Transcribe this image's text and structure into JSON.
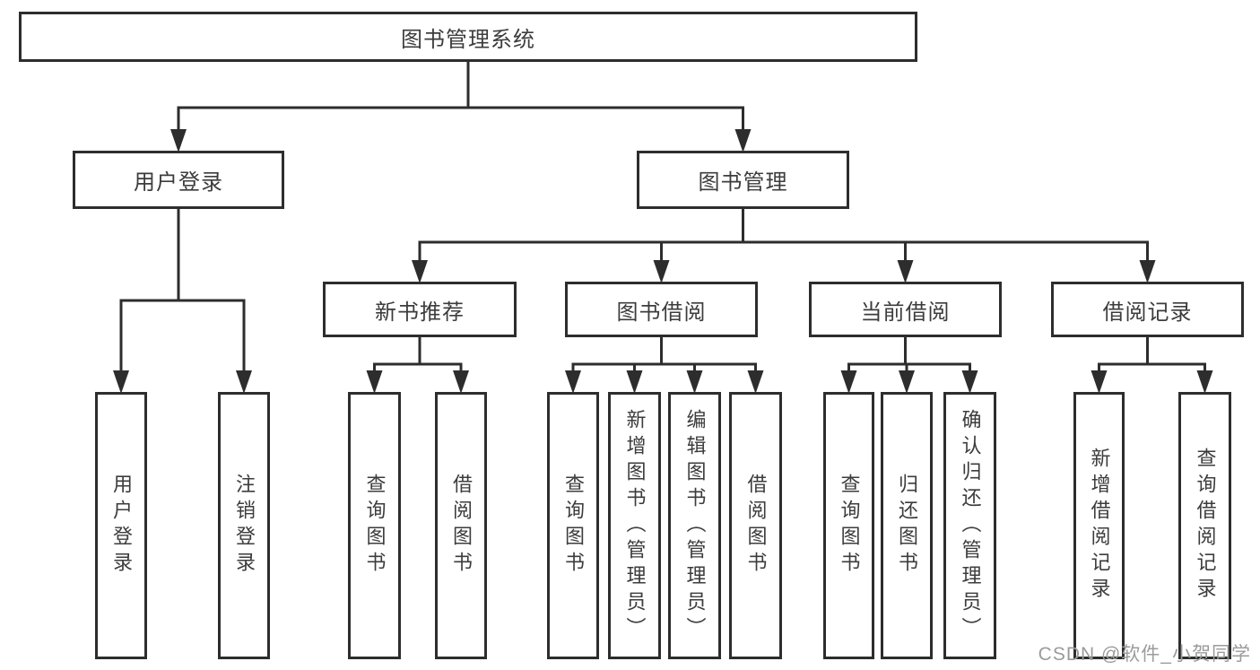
{
  "diagram": {
    "title": "图书管理系统",
    "watermark": "CSDN @软件_小贺同学",
    "colors": {
      "line": "#2d2d2d",
      "border": "#2d2d2d",
      "text": "#3c3c3c",
      "box_background": "#ffffff",
      "page_background": "#ffffff",
      "watermark": "#9b9b9b"
    },
    "nodes": [
      {
        "id": "root",
        "label": "图书管理系统"
      },
      {
        "id": "user-login",
        "label": "用户登录"
      },
      {
        "id": "book-mgmt",
        "label": "图书管理"
      },
      {
        "id": "login",
        "label": "用户登录"
      },
      {
        "id": "logout",
        "label": "注销登录"
      },
      {
        "id": "new-book-rec",
        "label": "新书推荐"
      },
      {
        "id": "book-borrow",
        "label": "图书借阅"
      },
      {
        "id": "current-borrow",
        "label": "当前借阅"
      },
      {
        "id": "borrow-record",
        "label": "借阅记录"
      },
      {
        "id": "nbr-query",
        "label": "查询图书"
      },
      {
        "id": "nbr-borrow",
        "label": "借阅图书"
      },
      {
        "id": "bb-query",
        "label": "查询图书"
      },
      {
        "id": "bb-add",
        "label": "新增图书（管理员）"
      },
      {
        "id": "bb-edit",
        "label": "编辑图书（管理员）"
      },
      {
        "id": "bb-borrow",
        "label": "借阅图书"
      },
      {
        "id": "cb-query",
        "label": "查询图书"
      },
      {
        "id": "cb-return",
        "label": "归还图书"
      },
      {
        "id": "cb-confirm",
        "label": "确认归还（管理员）"
      },
      {
        "id": "br-add",
        "label": "新增借阅记录"
      },
      {
        "id": "br-query",
        "label": "查询借阅记录"
      }
    ],
    "hierarchy": [
      {
        "parent": "root",
        "children": [
          "user-login",
          "book-mgmt"
        ]
      },
      {
        "parent": "user-login",
        "children": [
          "login",
          "logout"
        ]
      },
      {
        "parent": "book-mgmt",
        "children": [
          "new-book-rec",
          "book-borrow",
          "current-borrow",
          "borrow-record"
        ]
      },
      {
        "parent": "new-book-rec",
        "children": [
          "nbr-query",
          "nbr-borrow"
        ]
      },
      {
        "parent": "book-borrow",
        "children": [
          "bb-query",
          "bb-add",
          "bb-edit",
          "bb-borrow"
        ]
      },
      {
        "parent": "current-borrow",
        "children": [
          "cb-query",
          "cb-return",
          "cb-confirm"
        ]
      },
      {
        "parent": "borrow-record",
        "children": [
          "br-add",
          "br-query"
        ]
      }
    ]
  }
}
